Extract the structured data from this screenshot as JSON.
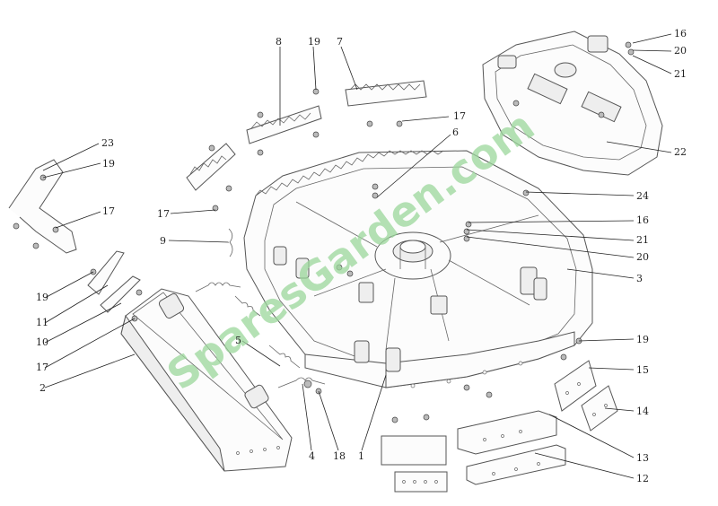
{
  "watermark": {
    "text": "SparesGarden.com",
    "color": "#9bd79b"
  },
  "callouts": [
    {
      "id": "c8",
      "label": "8"
    },
    {
      "id": "c19a",
      "label": "19"
    },
    {
      "id": "c7",
      "label": "7"
    },
    {
      "id": "c16a",
      "label": "16"
    },
    {
      "id": "c20a",
      "label": "20"
    },
    {
      "id": "c21a",
      "label": "21"
    },
    {
      "id": "c23",
      "label": "23"
    },
    {
      "id": "c19b",
      "label": "19"
    },
    {
      "id": "c17a",
      "label": "17"
    },
    {
      "id": "c6",
      "label": "6"
    },
    {
      "id": "c22",
      "label": "22"
    },
    {
      "id": "c17b",
      "label": "17"
    },
    {
      "id": "c17c",
      "label": "17"
    },
    {
      "id": "c24",
      "label": "24"
    },
    {
      "id": "c16b",
      "label": "16"
    },
    {
      "id": "c9",
      "label": "9"
    },
    {
      "id": "c21b",
      "label": "21"
    },
    {
      "id": "c20b",
      "label": "20"
    },
    {
      "id": "c19c",
      "label": "19"
    },
    {
      "id": "c3",
      "label": "3"
    },
    {
      "id": "c11",
      "label": "11"
    },
    {
      "id": "c10",
      "label": "10"
    },
    {
      "id": "c19d",
      "label": "19"
    },
    {
      "id": "c5",
      "label": "5"
    },
    {
      "id": "c15",
      "label": "15"
    },
    {
      "id": "c17d",
      "label": "17"
    },
    {
      "id": "c2",
      "label": "2"
    },
    {
      "id": "c14",
      "label": "14"
    },
    {
      "id": "c4",
      "label": "4"
    },
    {
      "id": "c18",
      "label": "18"
    },
    {
      "id": "c1",
      "label": "1"
    },
    {
      "id": "c13",
      "label": "13"
    },
    {
      "id": "c12",
      "label": "12"
    }
  ]
}
